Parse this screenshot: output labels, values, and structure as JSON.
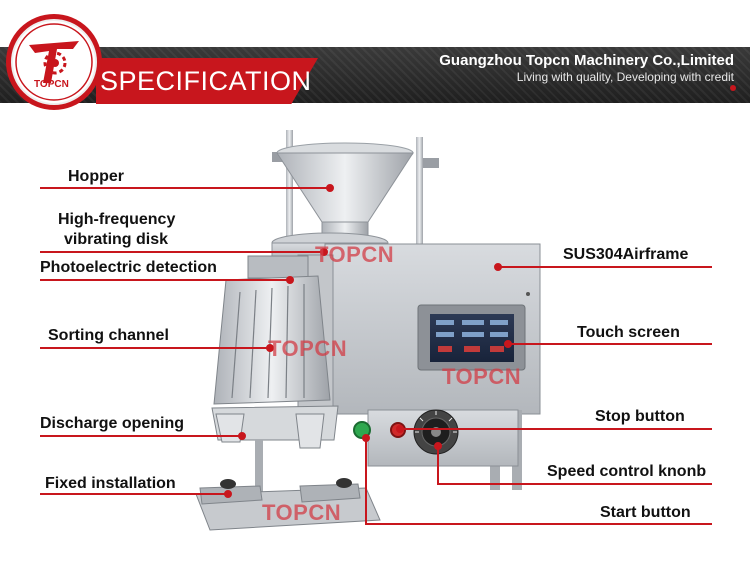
{
  "header": {
    "logo_text": "TOPCN",
    "section_title": "SPECIFICATION",
    "company": "Guangzhou Topcn Machinery Co.,Limited",
    "slogan": "Living with quality, Developing with credit"
  },
  "watermarks": [
    "TOPCN",
    "TOPCN",
    "TOPCN",
    "TOPCN"
  ],
  "callouts_left": [
    {
      "id": "hopper",
      "label": "Hopper"
    },
    {
      "id": "vibrating-disk",
      "label_line1": "High-frequency",
      "label_line2": "vibrating disk"
    },
    {
      "id": "photoelectric",
      "label": "Photoelectric detection"
    },
    {
      "id": "sorting-channel",
      "label": "Sorting channel"
    },
    {
      "id": "discharge",
      "label": "Discharge opening"
    },
    {
      "id": "fixed-install",
      "label": "Fixed installation"
    }
  ],
  "callouts_right": [
    {
      "id": "airframe",
      "label": "SUS304Airframe"
    },
    {
      "id": "touch-screen",
      "label": "Touch screen"
    },
    {
      "id": "stop-button",
      "label": "Stop button"
    },
    {
      "id": "speed-knob",
      "label": "Speed control knonb"
    },
    {
      "id": "start-button",
      "label": "Start button"
    }
  ],
  "colors": {
    "accent_red": "#c8161d",
    "header_dark": "#2a2a2a",
    "steel": "#c9ccd0",
    "start_green": "#2fa84f",
    "stop_red": "#d02a2a"
  }
}
